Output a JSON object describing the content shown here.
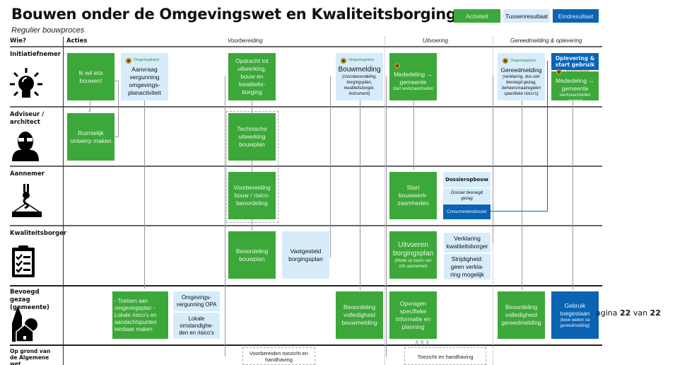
{
  "header": {
    "title": "Bouwen onder de Omgevingswet en Kwaliteitsborging",
    "subtitle": "Regulier bouwproces"
  },
  "legend": {
    "activiteit": "Activiteit",
    "tussenresultaat": "Tussenresultaat",
    "eindresultaat": "Eindresultaat",
    "colors": {
      "activiteit": "#3ca83a",
      "tussenresultaat": "#d6ecfa",
      "eindresultaat": "#0b64b3"
    }
  },
  "columns": {
    "wie": "Wie?",
    "acties": "Acties",
    "phases": [
      "Voorbereiding",
      "Uitvoering",
      "Gereedmelding & oplevering"
    ]
  },
  "roles": [
    {
      "label": "Initiatiefnemer",
      "icon": "lightbulb-icon"
    },
    {
      "label": "Adviseur / architect",
      "icon": "person-glasses-icon"
    },
    {
      "label": "Aannemer",
      "icon": "crane-hook-icon"
    },
    {
      "label": "Kwaliteitsborger",
      "icon": "clipboard-checklist-icon"
    },
    {
      "label": "Bevoegd gezag (gemeente)",
      "icon": "church-house-icon"
    },
    {
      "label": "Op grond van de Algemene wet bestuursrecht",
      "icon": ""
    }
  ],
  "tag_label": "Omgevingsloket",
  "boxes": {
    "ik_wil_bouwen": "Ik wil iets bouwen!",
    "aanvraag": "Aanvraag vergunning omgevings-planactiviteit",
    "ruimtelijk": "Ruimtelijk ontwerp maken",
    "opdracht": "Opdracht tot uitwerking, bouw en kwaliteits-borging",
    "technische": "Technische uitwerking bouwplan",
    "voorbereiding_bouw": "Voorbereiding bouw / risico-beoordeling",
    "beoordeling_bouwplan": "Beoordeling bouwplan",
    "vastgesteld": "Vastgesteld borgingsplan",
    "bouwmelding_title": "Bouwmelding",
    "bouwmelding_sub": "(risicobeoordeling, borgingsplan, kwaliteitsborger, instrument)",
    "mededeling1_title": "Mededeling → gemeente",
    "mededeling1_sub": "start werkzaamheden",
    "start_bouw": "Start bouwwerk-zaamheden",
    "dossieropbouw": "Dossieropbouw",
    "dossier_gezag": "Dossier bevoegd gezag",
    "consumentendossier": "Consumentendossier",
    "uitvoeren_title": "Uitvoeren borgingsplan",
    "uitvoeren_sub": "(Mede op basis van info aannemer)",
    "verklaring": "Verklaring kwaliteitsborger",
    "strijdigheid": "Strijdigheid: geen verkla-ring mogelijk",
    "gereedmelding_title": "Gereedmelding",
    "gereedmelding_sub": "(verklaring, dos-sier bevoegd gezag, beheersmaatregelen specifieke risico's)",
    "oplevering": "Oplevering & start gebruik",
    "mededeling2_title": "Mededeling → gemeente",
    "mededeling2_sub": "werkzaamheden gereed",
    "toetsen": "- Toetsen aan omgevingsplan - Lokale risico's en aandachtspunten kenbaar maken",
    "omgevingsvergunning": "Omgevings-vergunning OPA",
    "lokale": "Lokale omstandighe-den en risico's",
    "beoordeling_bouwmelding": "Beoordeling volledigheid bouwmelding",
    "opvragen": "Opvragen specifieke Informatie en planning",
    "beoordeling_gereed": "Beoordeling volledigheid gereedmelding",
    "gebruik_title": "Gebruik toegestaan",
    "gebruik_sub": "(twee weken na gereedmelding)",
    "voorbereiden_toezicht": "Voorbereiden toezicht en handhaving",
    "toezicht": "Toezicht en handhaving"
  },
  "footer": {
    "page_prefix": "agina",
    "page_current": "22",
    "page_sep": "van",
    "page_total": "22"
  }
}
